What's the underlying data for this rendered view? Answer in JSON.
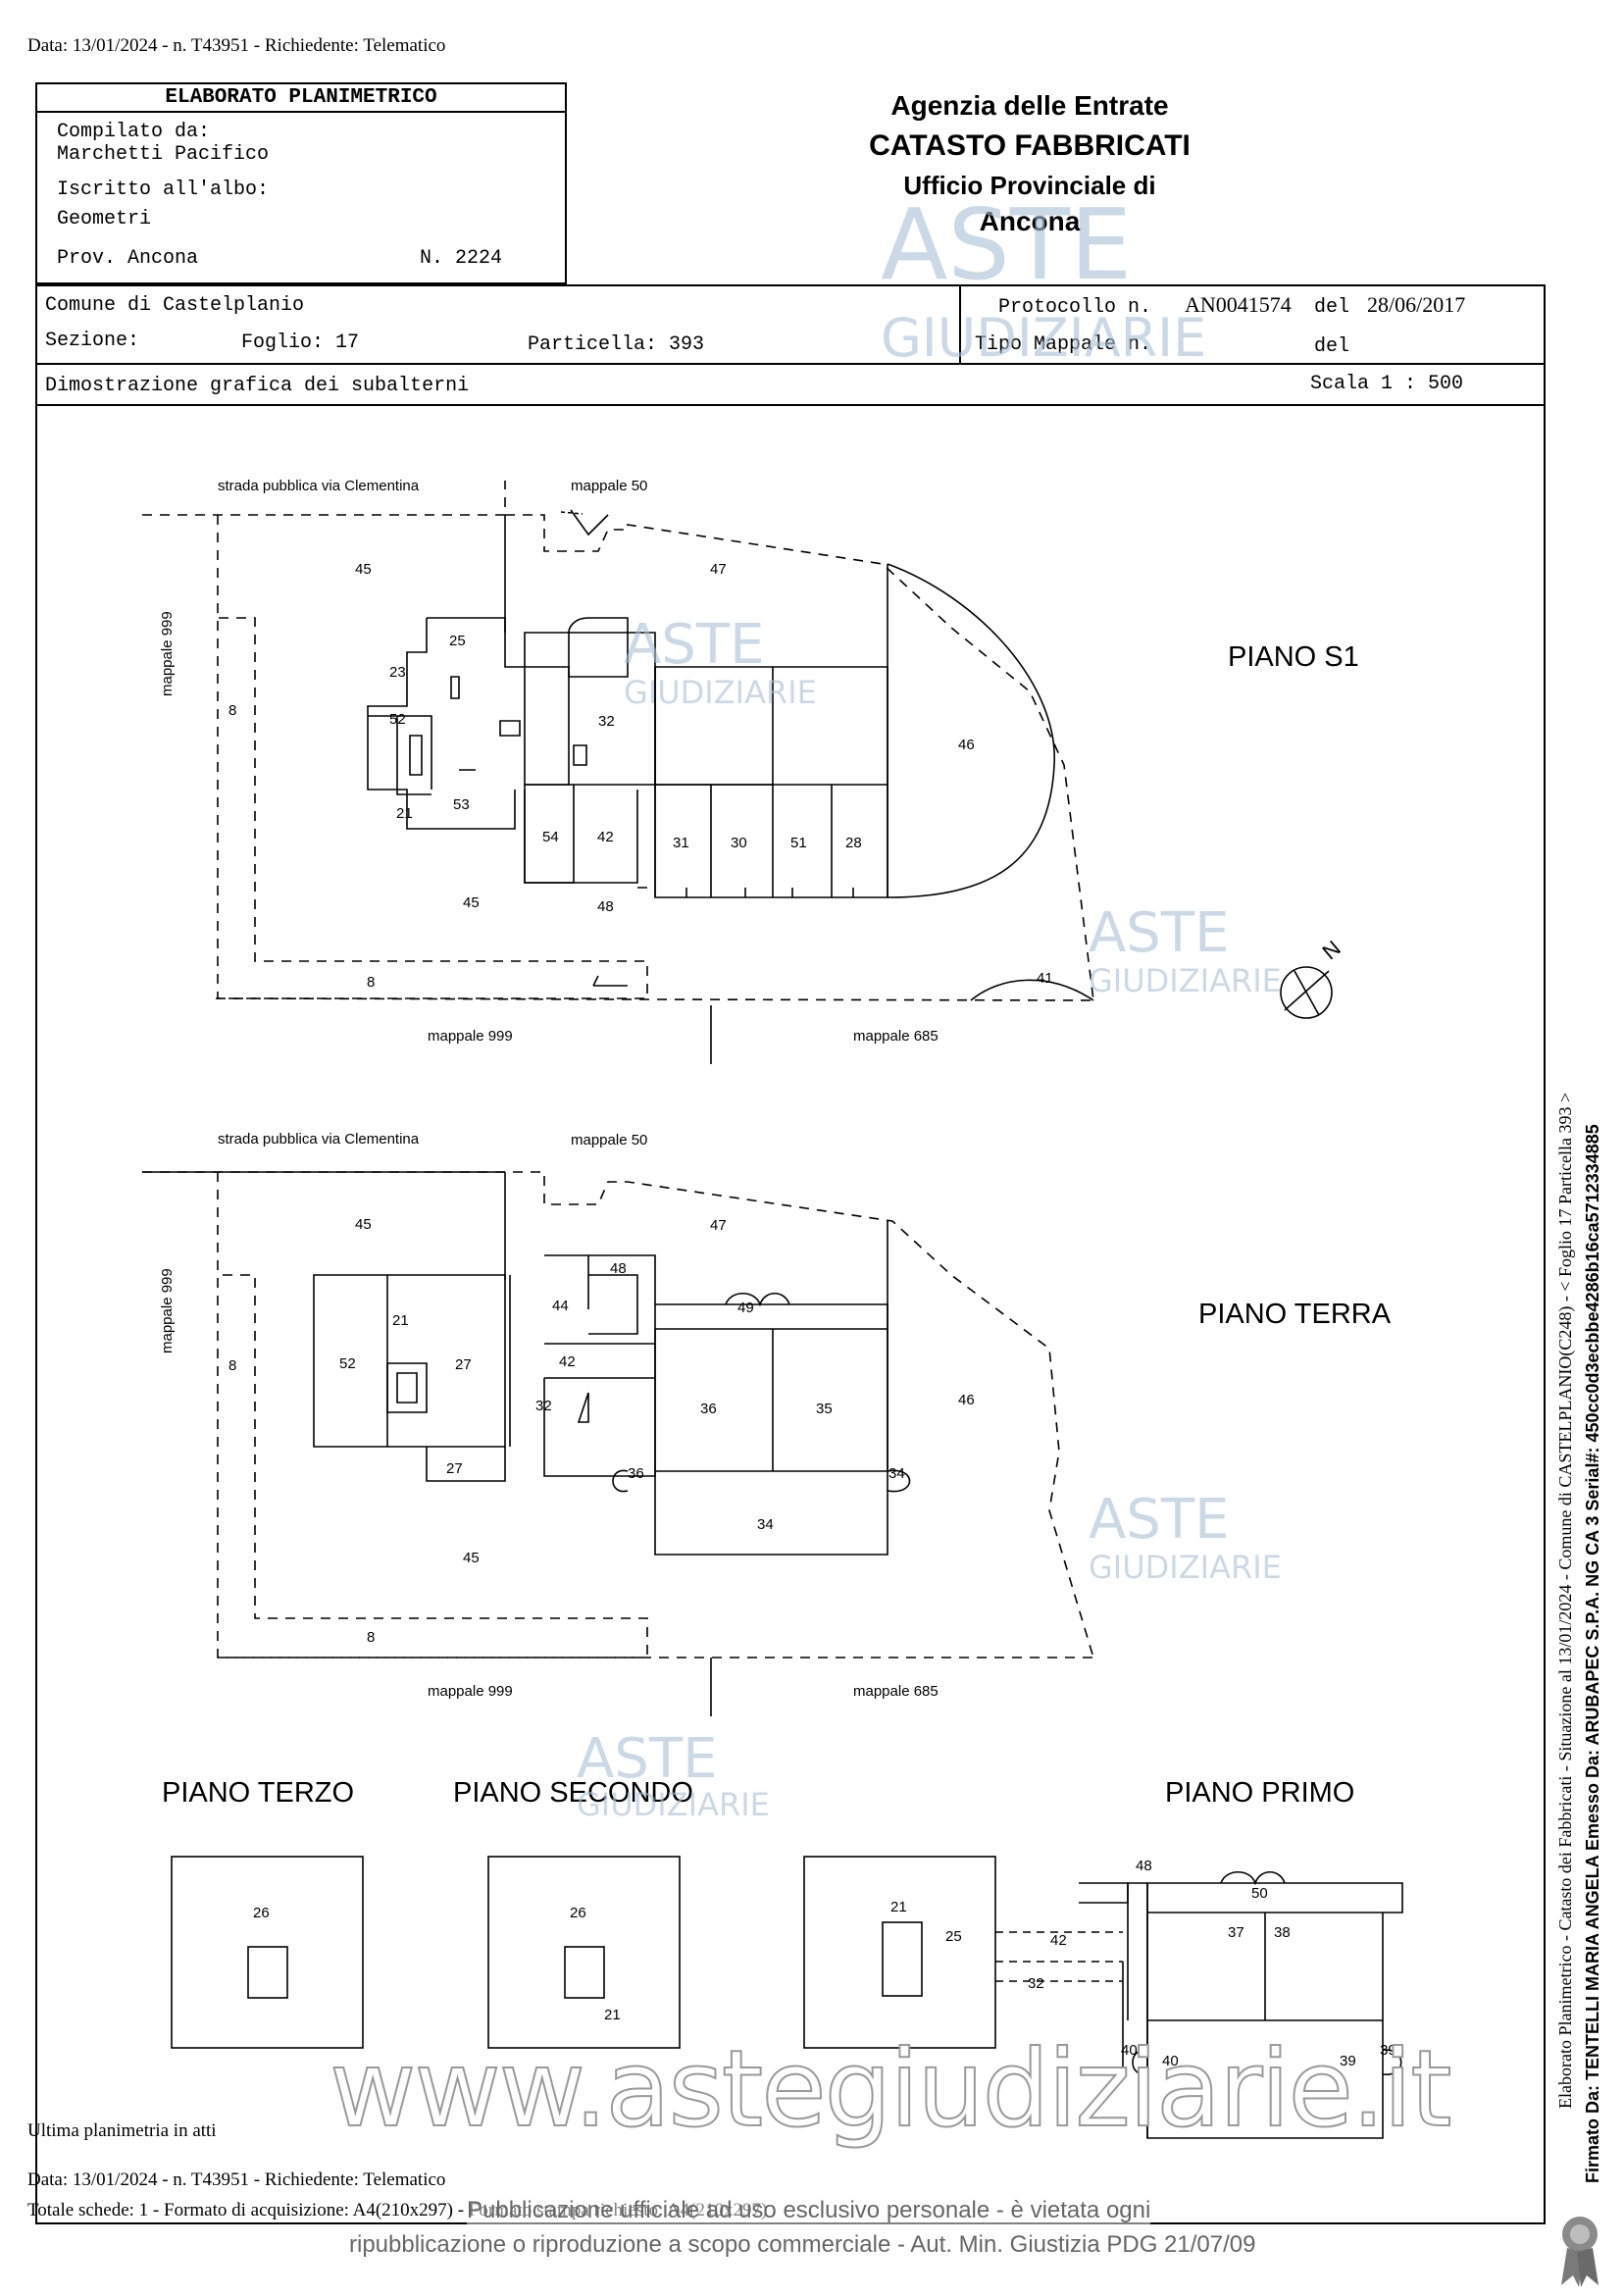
{
  "header_line": "Data: 13/01/2024 - n. T43951 - Richiedente: Telematico",
  "title_box": {
    "title": "ELABORATO PLANIMETRICO",
    "compilato_label": "Compilato da:",
    "compilato_name": "Marchetti Pacifico",
    "iscritto_label": "Iscritto all'albo:",
    "iscritto_value": "Geometri",
    "prov": "Prov. Ancona",
    "numero": "N. 2224"
  },
  "agency": {
    "line1": "Agenzia delle Entrate",
    "line2": "CATASTO FABBRICATI",
    "line3": "Ufficio Provinciale di",
    "line4": "Ancona"
  },
  "info": {
    "comune": "Comune di Castelplanio",
    "sezione": "Sezione:",
    "foglio": "Foglio: 17",
    "particella": "Particella: 393",
    "protocollo_label": "Protocollo n.",
    "protocollo_value": "AN0041574",
    "del1_label": "del",
    "del1_value": "28/06/2017",
    "tipo_mappale": "Tipo Mappale n.",
    "del2_label": "del",
    "dimostrazione": "Dimostrazione grafica dei subalterni",
    "scala": "Scala 1 : 500"
  },
  "floors": {
    "s1": "PIANO S1",
    "terra": "PIANO TERRA",
    "terzo": "PIANO TERZO",
    "secondo": "PIANO SECONDO",
    "primo": "PIANO PRIMO"
  },
  "map_labels": {
    "strada": "strada pubblica via Clementina",
    "mappale50": "mappale 50",
    "mappale999": "mappale 999",
    "mappale685": "mappale 685",
    "compass_n": "N"
  },
  "plan_numbers": {
    "s1": [
      "45",
      "47",
      "25",
      "23",
      "52",
      "21",
      "53",
      "54",
      "42",
      "32",
      "31",
      "30",
      "51",
      "28",
      "46",
      "8",
      "45",
      "48",
      "8",
      "41"
    ],
    "terra": [
      "45",
      "47",
      "48",
      "44",
      "49",
      "21",
      "52",
      "27",
      "42",
      "32",
      "36",
      "35",
      "46",
      "8",
      "27",
      "36",
      "34",
      "34",
      "45",
      "8"
    ],
    "terzo": [
      "26"
    ],
    "secondo": [
      "26",
      "21"
    ],
    "primo": [
      "48",
      "50",
      "21",
      "25",
      "42",
      "37",
      "38",
      "32",
      "40",
      "40",
      "39",
      "39"
    ]
  },
  "footer": {
    "ultima": "Ultima planimetria in atti",
    "data_line": "Data: 13/01/2024 - n. T43951 - Richiedente: Telematico",
    "totale": "Totale schede: 1 - Formato di acquisizione: A4(210x297) - Formato stampa richiesto: A4(210x297)",
    "overlay1": "Pubblicazione ufficiale ad uso esclusivo personale - è vietata ogni",
    "overlay2": "ripubblicazione o riproduzione a scopo commerciale - Aut. Min. Giustizia PDG 21/07/09"
  },
  "side_text": {
    "line1": "Elaborato Planimetrico - Catasto dei Fabbricati - Situazione al 13/01/2024 - Comune di CASTELPLANIO(C248) - < Foglio 17 Particella 393 >",
    "line2": "Firmato Da: TENTELLI MARIA ANGELA Emesso Da: ARUBAPEC S.P.A. NG CA 3 Serial#: 450cc0d3ecbbe4286b16ca5712334885"
  },
  "watermarks": {
    "aste": "ASTE",
    "giudiziarie": "GIUDIZIARIE",
    "website": "www.astegiudiziarie.it"
  },
  "colors": {
    "watermark": "#a9bfd6",
    "ink": "#000000"
  }
}
